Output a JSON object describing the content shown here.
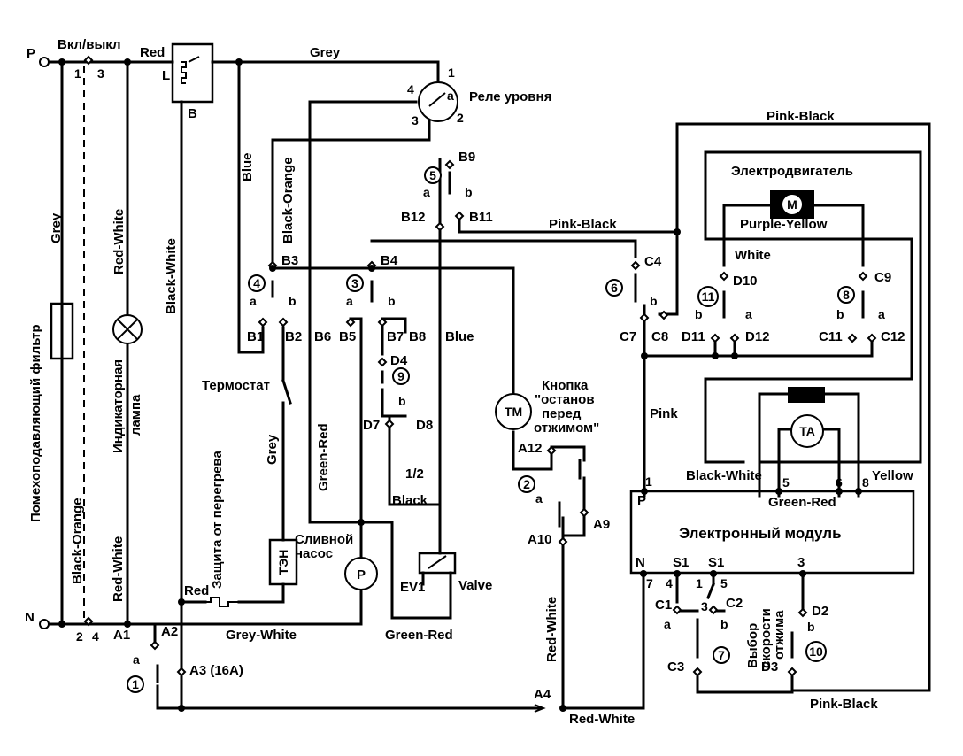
{
  "labels": {
    "P": "P",
    "N": "N",
    "power_switch": "Вкл/выкл",
    "sw_1": "1",
    "sw_3": "3",
    "sw_2": "2",
    "sw_4": "4",
    "red": "Red",
    "grey_top": "Grey",
    "L": "L",
    "B": "B",
    "relay_1": "1",
    "relay_2": "2",
    "relay_3": "3",
    "relay_4": "4",
    "relay_a": "a",
    "level_relay": "Реле уровня",
    "pink_black_top": "Pink-Black",
    "blue": "Blue",
    "black_orange": "Black-Orange",
    "grey_left": "Grey",
    "red_white": "Red-White",
    "black_white": "Black-White",
    "b9": "B9",
    "b12": "B12",
    "b11": "B11",
    "b_a": "a",
    "b_b": "b",
    "pink_black_mid": "Pink-Black",
    "motor_title": "Электродвигатель",
    "motor_M": "M",
    "purple_yellow": "Purple-Yellow",
    "white": "White",
    "b3": "B3",
    "b4": "B4",
    "c4": "C4",
    "d10": "D10",
    "c9": "C9",
    "b1": "B1",
    "b2": "B2",
    "b6": "B6",
    "b5": "B5",
    "b7": "B7",
    "b8": "B8",
    "c7": "C7",
    "c8": "C8",
    "d11": "D11",
    "d12": "D12",
    "c11": "C11",
    "c12": "C12",
    "blue_mid": "Blue",
    "d4": "D4",
    "d7": "D7",
    "d8": "D8",
    "half": "1/2",
    "thermostat": "Термостат",
    "button": "Кнопка \"останов перед отжимом\"",
    "button_l1": "Кнопка",
    "button_l2": "\"останов",
    "button_l3": "перед",
    "button_l4": "отжимом\"",
    "tm": "TM",
    "ta": "TA",
    "filter": "Помехоподавляющий фильтр",
    "black_orange_left": "Black-Orange",
    "indicator": "Индикаторная лампа",
    "ind_l1": "Индикаторная",
    "ind_l2": "лампа",
    "overheat": "Защита от перегрева",
    "green_red": "Green-Red",
    "black": "Black",
    "a12": "A12",
    "a10": "A10",
    "a9": "A9",
    "pink": "Pink",
    "black_white_mid": "Black-White",
    "yellow": "Yellow",
    "green_red_mid": "Green-Red",
    "em_1": "1",
    "em_P": "P",
    "em_5": "5",
    "em_6": "6",
    "em_8": "8",
    "module": "Электронный модуль",
    "drain_pump": "Сливной насос",
    "pump_l1": "Сливной",
    "pump_l2": "насос",
    "ten": "ТЭН",
    "pump_P": "P",
    "ev1": "EV1",
    "valve": "Valve",
    "em_N": "N",
    "em_S1a": "S1",
    "em_S1b": "S1",
    "em_3": "3",
    "em_7": "7",
    "em_4": "4",
    "em_1b": "1",
    "em_5b": "5",
    "c1": "C1",
    "c2": "C2",
    "c3": "C3",
    "d2": "D2",
    "d3": "D3",
    "red_bottom": "Red",
    "grey_white": "Grey-White",
    "green_red_bottom": "Green-Red",
    "a1": "A1",
    "a2": "A2",
    "a3": "A3 (16A)",
    "a4": "A4",
    "spin_select": "Выбор скорости отжима",
    "spin_l1": "Выбор",
    "spin_l2": "скорости",
    "spin_l3": "отжима",
    "red_white_bottom": "Red-White",
    "pink_black_bottom": "Pink-Black",
    "red_white_vert": "Red-White"
  },
  "numbers": {
    "n1": "1",
    "n2": "2",
    "n3": "3",
    "n4": "4",
    "n5": "5",
    "n6": "6",
    "n7": "7",
    "n8": "8",
    "n9": "9",
    "n10": "10",
    "n11": "11"
  }
}
